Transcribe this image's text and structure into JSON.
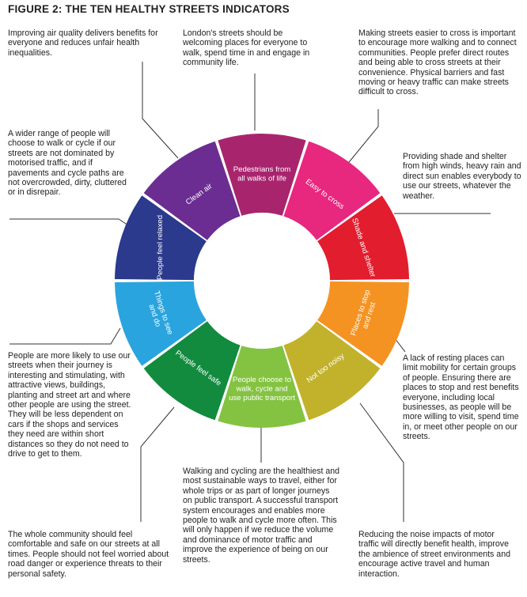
{
  "figure": {
    "title": "FIGURE 2: THE TEN HEALTHY STREETS INDICATORS"
  },
  "indicators": [
    {
      "label": "Pedestrians from all walks of life",
      "color": "#a8256e",
      "description": "London's streets should be welcoming places for everyone to walk, spend time in and engage in community life."
    },
    {
      "label": "Easy to cross",
      "color": "#e8277f",
      "description": "Making streets easier to cross is important to encourage more walking and to connect communities. People prefer direct routes and being able to cross streets at their convenience. Physical barriers and fast moving or heavy traffic can make streets difficult to cross."
    },
    {
      "label": "Shade and shelter",
      "color": "#e21d2d",
      "description": "Providing shade and shelter from high winds, heavy rain and direct sun enables everybody to use our streets, whatever the weather."
    },
    {
      "label": "Places to stop and rest",
      "color": "#f59322",
      "description": "A lack of resting places can limit mobility for certain groups of people. Ensuring there are places to stop and rest benefits everyone, including local businesses, as people will be more willing to visit, spend time in, or meet other people on our streets."
    },
    {
      "label": "Not too noisy",
      "color": "#c2b22b",
      "description": "Reducing the noise impacts of motor traffic will directly benefit health, improve the ambience of street environments and encourage active travel and human interaction."
    },
    {
      "label": "People choose to walk, cycle and use public transport",
      "color": "#84c341",
      "description": "Walking and cycling are the healthiest and most sustainable ways to travel, either for whole trips or as part of longer journeys on public transport. A successful transport system encourages and enables more people to walk and cycle more often. This will only happen if we reduce the volume and dominance of motor traffic and improve the experience of being on our streets."
    },
    {
      "label": "People feel safe",
      "color": "#128b3f",
      "description": "The whole community should feel comfortable and safe on our streets at all times. People should not feel worried about road danger or experience threats to their personal safety."
    },
    {
      "label": "Things to see and do",
      "color": "#2aa4de",
      "description": "People are more likely to use our streets when their journey is interesting and stimulating, with attractive views, buildings, planting and street art and where other people are using the street. They will be less dependent on cars if the shops and services they need are within short distances so they do not need to drive to get to them."
    },
    {
      "label": "People feel relaxed",
      "color": "#2b3a8c",
      "description": "A wider range of people will choose to walk or cycle if our streets are not dominated by motorised traffic, and if pavements and cycle paths are not overcrowded, dirty, cluttered or in disrepair."
    },
    {
      "label": "Clean air",
      "color": "#6b2d91",
      "description": "Improving air quality delivers benefits for everyone and reduces unfair health inequalities."
    }
  ]
}
